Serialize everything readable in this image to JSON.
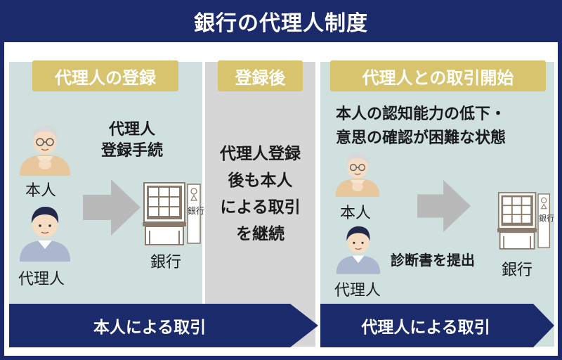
{
  "title": "銀行の代理人制度",
  "sections": [
    {
      "header": "代理人の登録",
      "step_label_line1": "代理人",
      "step_label_line2": "登録手続",
      "person_label": "本人",
      "agent_label": "代理人",
      "bank_label": "銀行",
      "bank_sign": "銀行",
      "banner": "本人による取引"
    },
    {
      "header": "登録後",
      "body_lines": [
        "代理人登録",
        "後も本人",
        "による取引",
        "を継続"
      ]
    },
    {
      "header": "代理人との取引開始",
      "condition_line1": "本人の認知能力の低下・",
      "condition_line2": "意思の確認が困難な状態",
      "person_label": "本人",
      "agent_label": "代理人",
      "bank_label": "銀行",
      "bank_sign": "銀行",
      "action_label": "診断書を提出",
      "banner": "代理人による取引"
    }
  ],
  "colors": {
    "navy": "#1b2a6b",
    "panel_teal": "#cfe0de",
    "panel_gray": "#d6d6d6",
    "tag_gold": "#d8c46e",
    "arrow_gray": "#b9b9b9"
  },
  "icons": [
    "elderly-person-icon",
    "agent-person-icon",
    "bank-building-icon",
    "right-arrow-icon"
  ]
}
